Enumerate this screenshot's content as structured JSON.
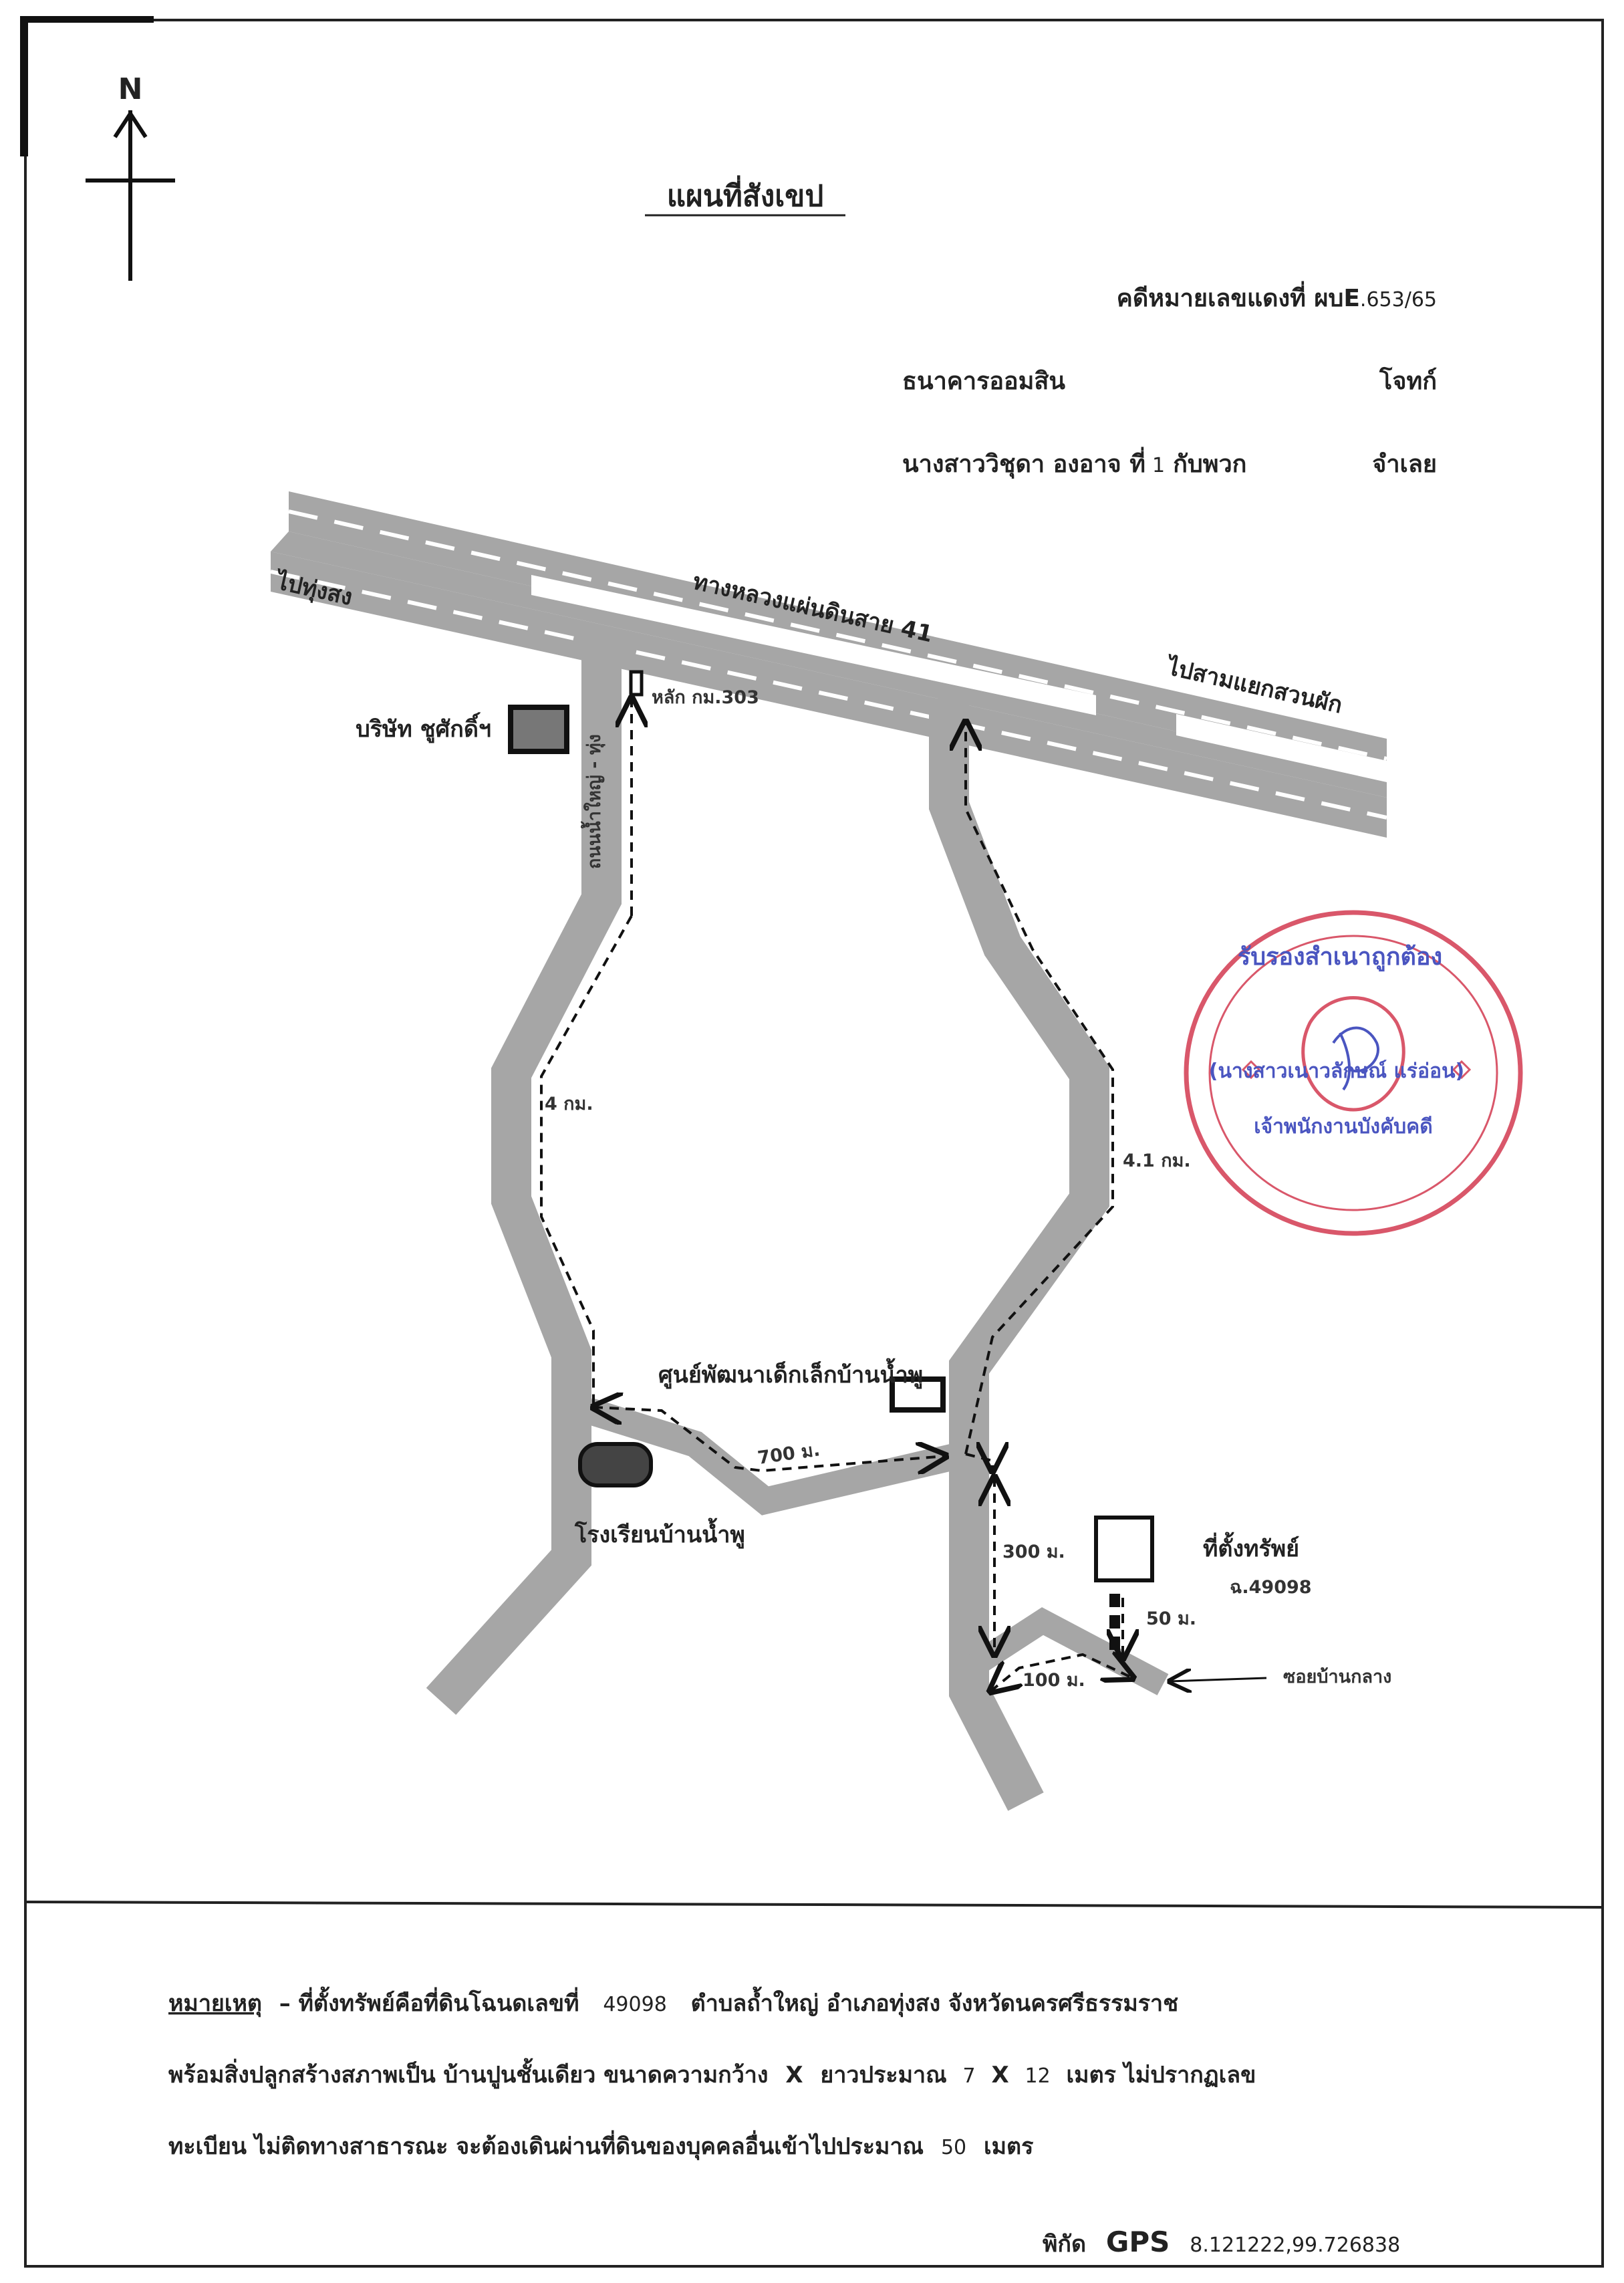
{
  "compass": {
    "label": "N"
  },
  "title": "แผนที่สังเขป",
  "case": {
    "label": "คดีหมายเลขแดงที่ ผบE",
    "number": ".653/65"
  },
  "plaintiff": {
    "name": "ธนาคารออมสิน",
    "role": "โจทก์"
  },
  "defendant": {
    "name": "นางสาววิชุดา องอาจ ที่",
    "num": "1",
    "suffix": "กับพวก",
    "role": "จำเลย"
  },
  "highway": {
    "left_label": "ไปทุ่งสง",
    "name": "ทางหลวงแผ่นดินสาย 41",
    "right_label": "ไปสามแยกสวนผัก"
  },
  "places": {
    "company": "บริษัท ชูศักดิ์ฯ",
    "km_post": "หลัก กม.303",
    "side_road": "ถนนน้ำใหญ่ - ทุ่ง",
    "childcare": "ศูนย์พัฒนาเด็กเล็กบ้านน้ำพู",
    "school": "โรงเรียนบ้านน้ำพู",
    "property": "ที่ตั้งทรัพย์",
    "property_deed": "ฉ.49098",
    "soi": "ซอยบ้านกลาง"
  },
  "distances": {
    "left": "4 กม.",
    "right": "4.1 กม.",
    "cross": "700 ม.",
    "down": "300 ม.",
    "soi": "100 ม.",
    "walk": "50 ม."
  },
  "stamp": {
    "line1": "รับรองสำเนาถูกต้อง",
    "line2": "(นางสาวเนาวลักษณ์ แร่อ่อน)",
    "line3": "เจ้าพนักงานบังคับคดี"
  },
  "note": {
    "label": "หมายเหตุ",
    "line1_a": "– ที่ตั้งทรัพย์คือที่ดินโฉนดเลขที่",
    "line1_num": "49098",
    "line1_b": "ตำบลถ้ำใหญ่ อำเภอทุ่งสง จังหวัดนครศรีธรรมราช",
    "line2_a": "พร้อมสิ่งปลูกสร้างสภาพเป็น บ้านปูนชั้นเดียว ขนาดความกว้าง",
    "line2_x1": "X",
    "line2_b": "ยาวประมาณ",
    "line2_n1": "7",
    "line2_x2": "X",
    "line2_n2": "12",
    "line2_c": "เมตร ไม่ปรากฏเลข",
    "line3_a": "ทะเบียน ไม่ติดทางสาธารณะ จะต้องเดินผ่านที่ดินของบุคคลอื่นเข้าไปประมาณ",
    "line3_num": "50",
    "line3_b": "เมตร"
  },
  "gps": {
    "label": "พิกัด",
    "gps": "GPS",
    "coords": "8.121222,99.726838"
  },
  "colors": {
    "road": "#a6a6a6",
    "stamp_red": "#d9576a",
    "stamp_blue": "#4a55c0"
  }
}
